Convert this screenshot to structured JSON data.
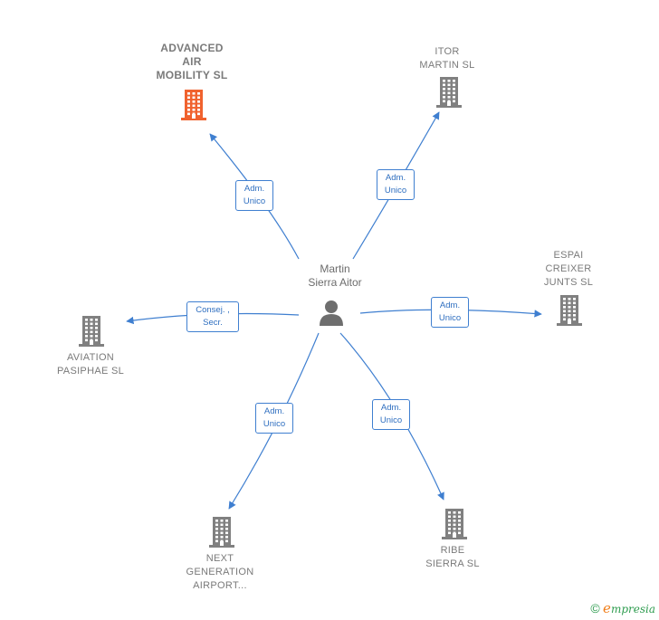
{
  "center": {
    "name": "Martin\nSierra Aitor",
    "icon": "person-icon"
  },
  "companies": [
    {
      "id": "advanced",
      "name": "ADVANCED\nAIR\nMOBILITY SL",
      "icon": "building-icon",
      "highlight": true,
      "color": "#f0622e"
    },
    {
      "id": "itor",
      "name": "ITOR\nMARTIN SL",
      "icon": "building-icon",
      "highlight": false,
      "color": "#808080"
    },
    {
      "id": "espai",
      "name": "ESPAI\nCREIXER\nJUNTS SL",
      "icon": "building-icon",
      "highlight": false,
      "color": "#808080"
    },
    {
      "id": "aviation",
      "name": "AVIATION\nPASIPHAE SL",
      "icon": "building-icon",
      "highlight": false,
      "color": "#808080"
    },
    {
      "id": "next",
      "name": "NEXT\nGENERATION\nAIRPORT...",
      "icon": "building-icon",
      "highlight": false,
      "color": "#808080"
    },
    {
      "id": "ribe",
      "name": "RIBE\nSIERRA SL",
      "icon": "building-icon",
      "highlight": false,
      "color": "#808080"
    }
  ],
  "relations": [
    {
      "target": "advanced",
      "role": "Adm.\nUnico"
    },
    {
      "target": "itor",
      "role": "Adm.\nUnico"
    },
    {
      "target": "espai",
      "role": "Adm.\nUnico"
    },
    {
      "target": "aviation",
      "role": "Consej. ,\nSecr."
    },
    {
      "target": "next",
      "role": "Adm.\nUnico"
    },
    {
      "target": "ribe",
      "role": "Adm.\nUnico"
    }
  ],
  "footer": {
    "copyright": "©",
    "brand_initial": "e",
    "brand_rest": "mpresia"
  },
  "colors": {
    "edge": "#3f7fd0",
    "person": "#6e6e6e"
  }
}
